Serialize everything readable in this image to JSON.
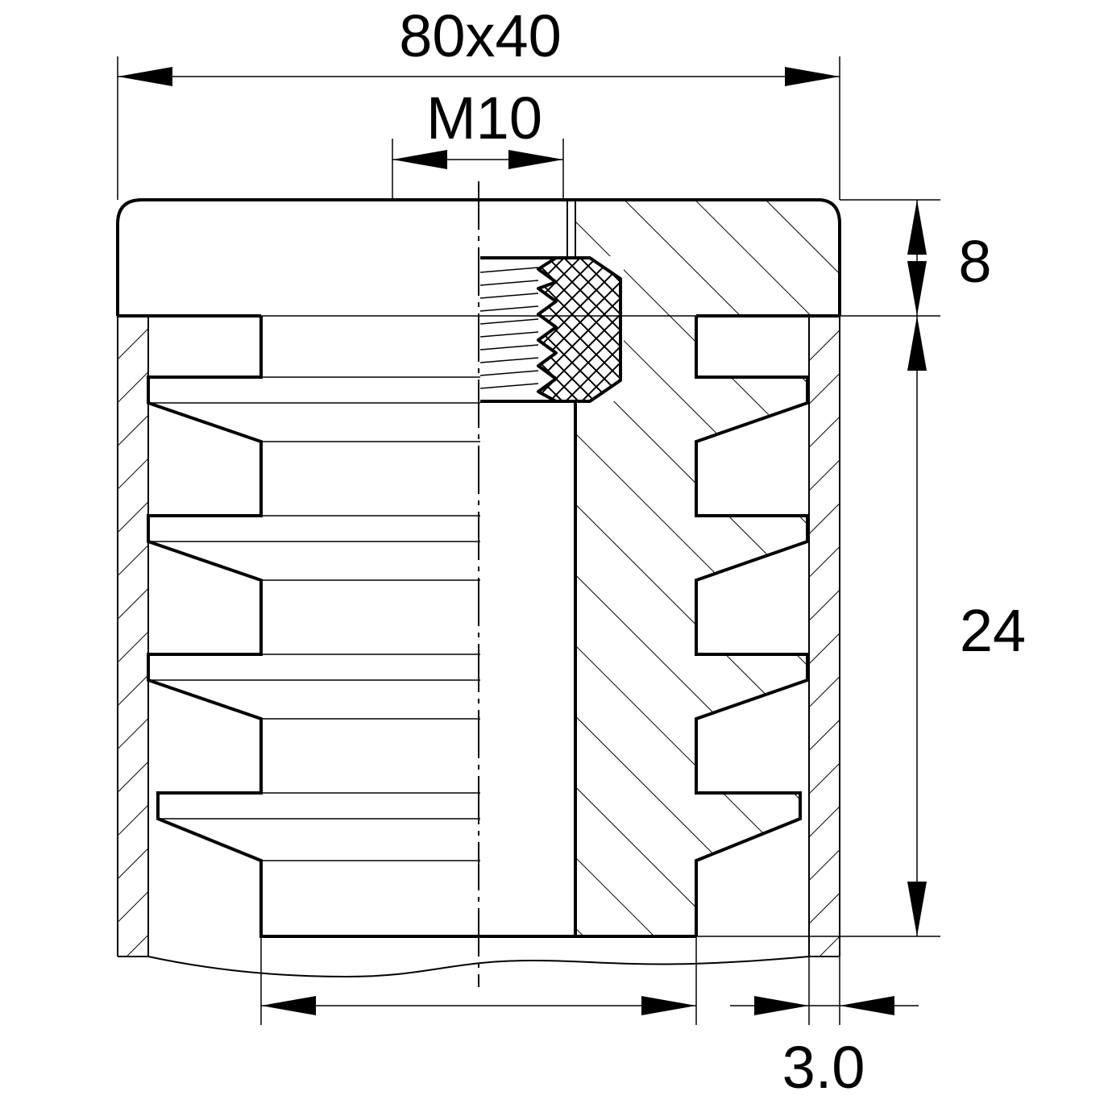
{
  "drawing": {
    "line_color": "#000000",
    "background": "#ffffff",
    "dimensions": {
      "overall_size": "80x40",
      "thread": "M10",
      "cap_height": "8",
      "insert_depth": "24",
      "wall_thickness": "3.0"
    }
  }
}
